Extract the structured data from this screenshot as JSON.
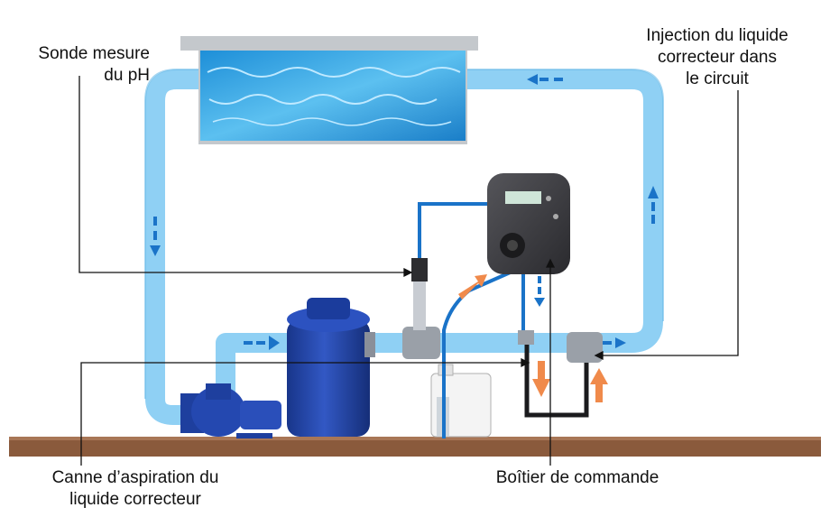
{
  "labels": {
    "sonde": "Sonde mesure\ndu pH",
    "injection": "Injection du liquide\ncorrecteur dans\nle circuit",
    "canne": "Canne d’aspiration du\nliquide correcteur",
    "boitier": "Boîtier de commande"
  },
  "colors": {
    "pipe": "#8fd0f4",
    "pipe_edge": "#6bbbe8",
    "tube": "#1a73c8",
    "ground": "#8a5a3c",
    "equipment": "#1e3f9e",
    "arrow_orange": "#f08a4b",
    "control_box": "#3a3a3e"
  }
}
